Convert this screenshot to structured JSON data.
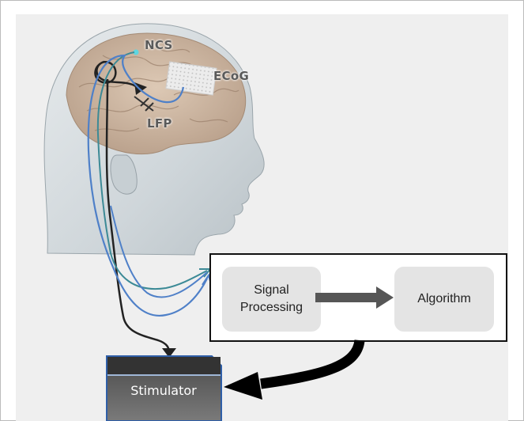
{
  "head_labels": {
    "ncs": "NCS",
    "ecog": "ECoG",
    "lfp": "LFP"
  },
  "pipeline": {
    "signal_processing": [
      "Signal",
      "Processing"
    ],
    "algorithm": "Algorithm"
  },
  "stimulator": "Stimulator",
  "colors": {
    "background": "#efefef",
    "box_fill": "#e4e4e4",
    "arrow_dark": "#565656",
    "wire_black": "#222222",
    "wire_blue": "#4f80c8",
    "wire_teal": "#3c8a96",
    "stimulator_top": "#3a3a3a",
    "stimulator_body": "#6e6e6e",
    "stimulator_border": "#2f5fa8"
  }
}
